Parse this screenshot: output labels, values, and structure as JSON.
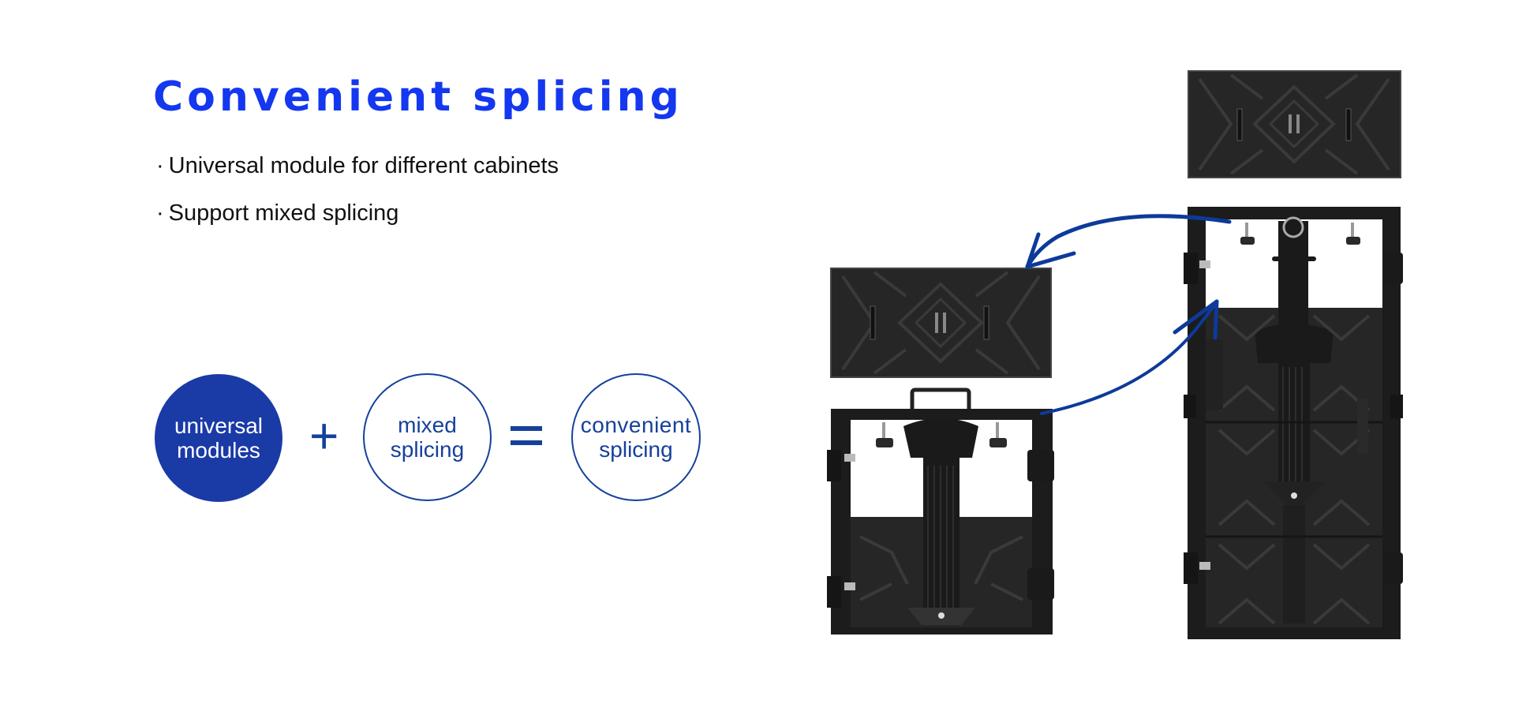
{
  "header": {
    "title": "Convenient splicing"
  },
  "features": [
    {
      "bullet": "·",
      "text": "Universal module for different cabinets"
    },
    {
      "bullet": "·",
      "text": "Support mixed splicing"
    }
  ],
  "equation": {
    "term1": {
      "line1": "universal",
      "line2": "modules"
    },
    "operator1": "+",
    "term2": {
      "line1": "mixed",
      "line2": "splicing"
    },
    "operator2": "=",
    "result": {
      "line1": "convenient",
      "line2": "splicing"
    }
  },
  "colors": {
    "title": "#1437f0",
    "accent": "#1a3aa6",
    "outline": "#15409c",
    "arrow": "#0d3a9a",
    "product": "#262626"
  },
  "products": {
    "items": [
      {
        "id": "module-top-right",
        "kind": "LED module"
      },
      {
        "id": "module-left",
        "kind": "LED module"
      },
      {
        "id": "cabinet-small",
        "kind": "square cabinet"
      },
      {
        "id": "cabinet-tall",
        "kind": "tall cabinet"
      }
    ],
    "arrows": 2
  }
}
